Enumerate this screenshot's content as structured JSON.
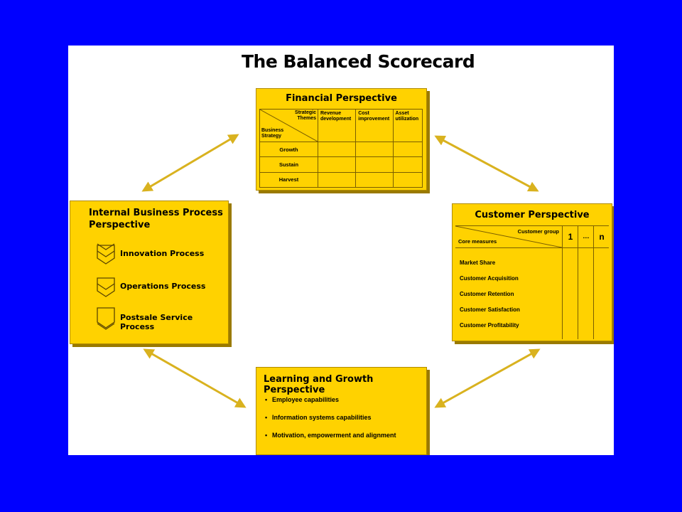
{
  "title": "The Balanced Scorecard",
  "colors": {
    "background": "#0000FF",
    "panel": "#FFFFFF",
    "box": "#FFD200",
    "arrow": "#D9B21F"
  },
  "financial": {
    "title": "Financial Perspective",
    "corner_top": [
      "Strategic",
      "Themes"
    ],
    "corner_bottom": [
      "Business",
      "Strategy"
    ],
    "columns": [
      "Revenue development",
      "Cost improvement",
      "Asset utilization"
    ],
    "rows": [
      "Growth",
      "Sustain",
      "Harvest"
    ]
  },
  "customer": {
    "title": "Customer Perspective",
    "group_label": "Customer group",
    "core_label": "Core measures",
    "columns": [
      "1",
      "....",
      "n"
    ],
    "measures": [
      "Market Share",
      "Customer Acquisition",
      "Customer Retention",
      "Customer Satisfaction",
      "Customer Profitability"
    ]
  },
  "internal": {
    "title": "Internal Business Process Perspective",
    "processes": [
      {
        "label": "Innovation Process",
        "icon": "chevron-stack-icon"
      },
      {
        "label": "Operations Process",
        "icon": "chevron-stack-icon"
      },
      {
        "label": "Postsale Service Process",
        "icon": "chevron-stack-icon"
      }
    ]
  },
  "learning": {
    "title": "Learning and Growth Perspective",
    "items": [
      "Employee capabilities",
      "Information systems capabilities",
      "Motivation, empowerment and alignment"
    ]
  }
}
